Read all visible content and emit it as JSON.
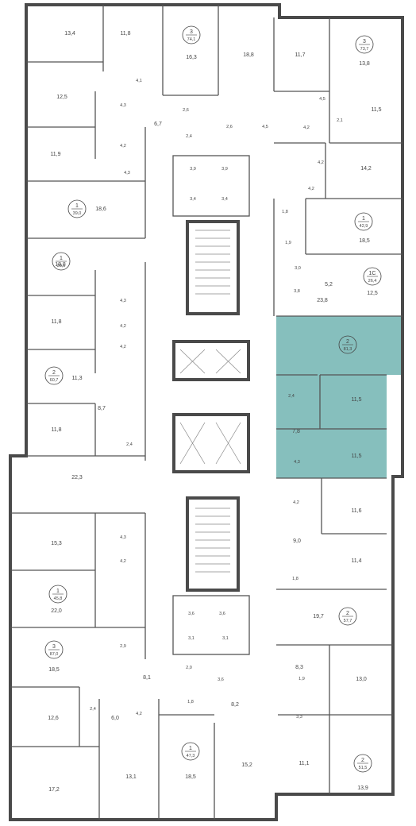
{
  "colors": {
    "highlight": "#86bfbd",
    "wall": "#555555",
    "outer_wall": "#4a4a4a",
    "label": "#444444"
  },
  "apartments": [
    {
      "id": "apt-3-74",
      "rooms": "3",
      "area": "74,1"
    },
    {
      "id": "apt-3-73",
      "rooms": "3",
      "area": "73,7"
    },
    {
      "id": "apt-1-39-0",
      "rooms": "1",
      "area": "39,0"
    },
    {
      "id": "apt-1-42-9",
      "rooms": "1",
      "area": "42,9"
    },
    {
      "id": "apt-1-39-1",
      "rooms": "1",
      "area": "39,1"
    },
    {
      "id": "apt-1c-26-4",
      "rooms": "1С",
      "area": "26,4"
    },
    {
      "id": "apt-2-81-3",
      "rooms": "2",
      "area": "81,3"
    },
    {
      "id": "apt-2-60-7",
      "rooms": "2",
      "area": "60,7"
    },
    {
      "id": "apt-1-45-8",
      "rooms": "1",
      "area": "45,8"
    },
    {
      "id": "apt-2-57-7",
      "rooms": "2",
      "area": "57,7"
    },
    {
      "id": "apt-3-87-0",
      "rooms": "3",
      "area": "87,0"
    },
    {
      "id": "apt-1-47-3",
      "rooms": "1",
      "area": "47,3"
    },
    {
      "id": "apt-2-51-5",
      "rooms": "2",
      "area": "51,5"
    }
  ],
  "rooms": [
    "13,4",
    "11,8",
    "16,3",
    "18,8",
    "11,7",
    "13,8",
    "4,1",
    "12,5",
    "4,3",
    "6,7",
    "2,6",
    "2,6",
    "2,4",
    "4,5",
    "4,5",
    "4,2",
    "2,1",
    "11,5",
    "4,2",
    "11,9",
    "4,3",
    "3,9",
    "3,9",
    "4,2",
    "14,2",
    "3,4",
    "3,4",
    "4,2",
    "18,6",
    "1,8",
    "18,5",
    "1,9",
    "18,8",
    "3,0",
    "5,2",
    "12,5",
    "3,8",
    "4,3",
    "23,8",
    "11,8",
    "4,2",
    "4,2",
    "11,3",
    "2,4",
    "11,5",
    "8,7",
    "7,8",
    "11,8",
    "2,4",
    "11,5",
    "4,3",
    "22,3",
    "4,2",
    "11,6",
    "15,3",
    "4,3",
    "9,0",
    "4,2",
    "11,4",
    "1,8",
    "22,0",
    "3,6",
    "3,6",
    "19,7",
    "3,1",
    "3,1",
    "2,9",
    "8,3",
    "18,5",
    "2,0",
    "13,0",
    "8,1",
    "3,6",
    "1,9",
    "2,4",
    "12,6",
    "6,0",
    "4,2",
    "1,8",
    "8,2",
    "3,3",
    "15,2",
    "17,2",
    "13,1",
    "18,5",
    "11,1",
    "13,9"
  ]
}
